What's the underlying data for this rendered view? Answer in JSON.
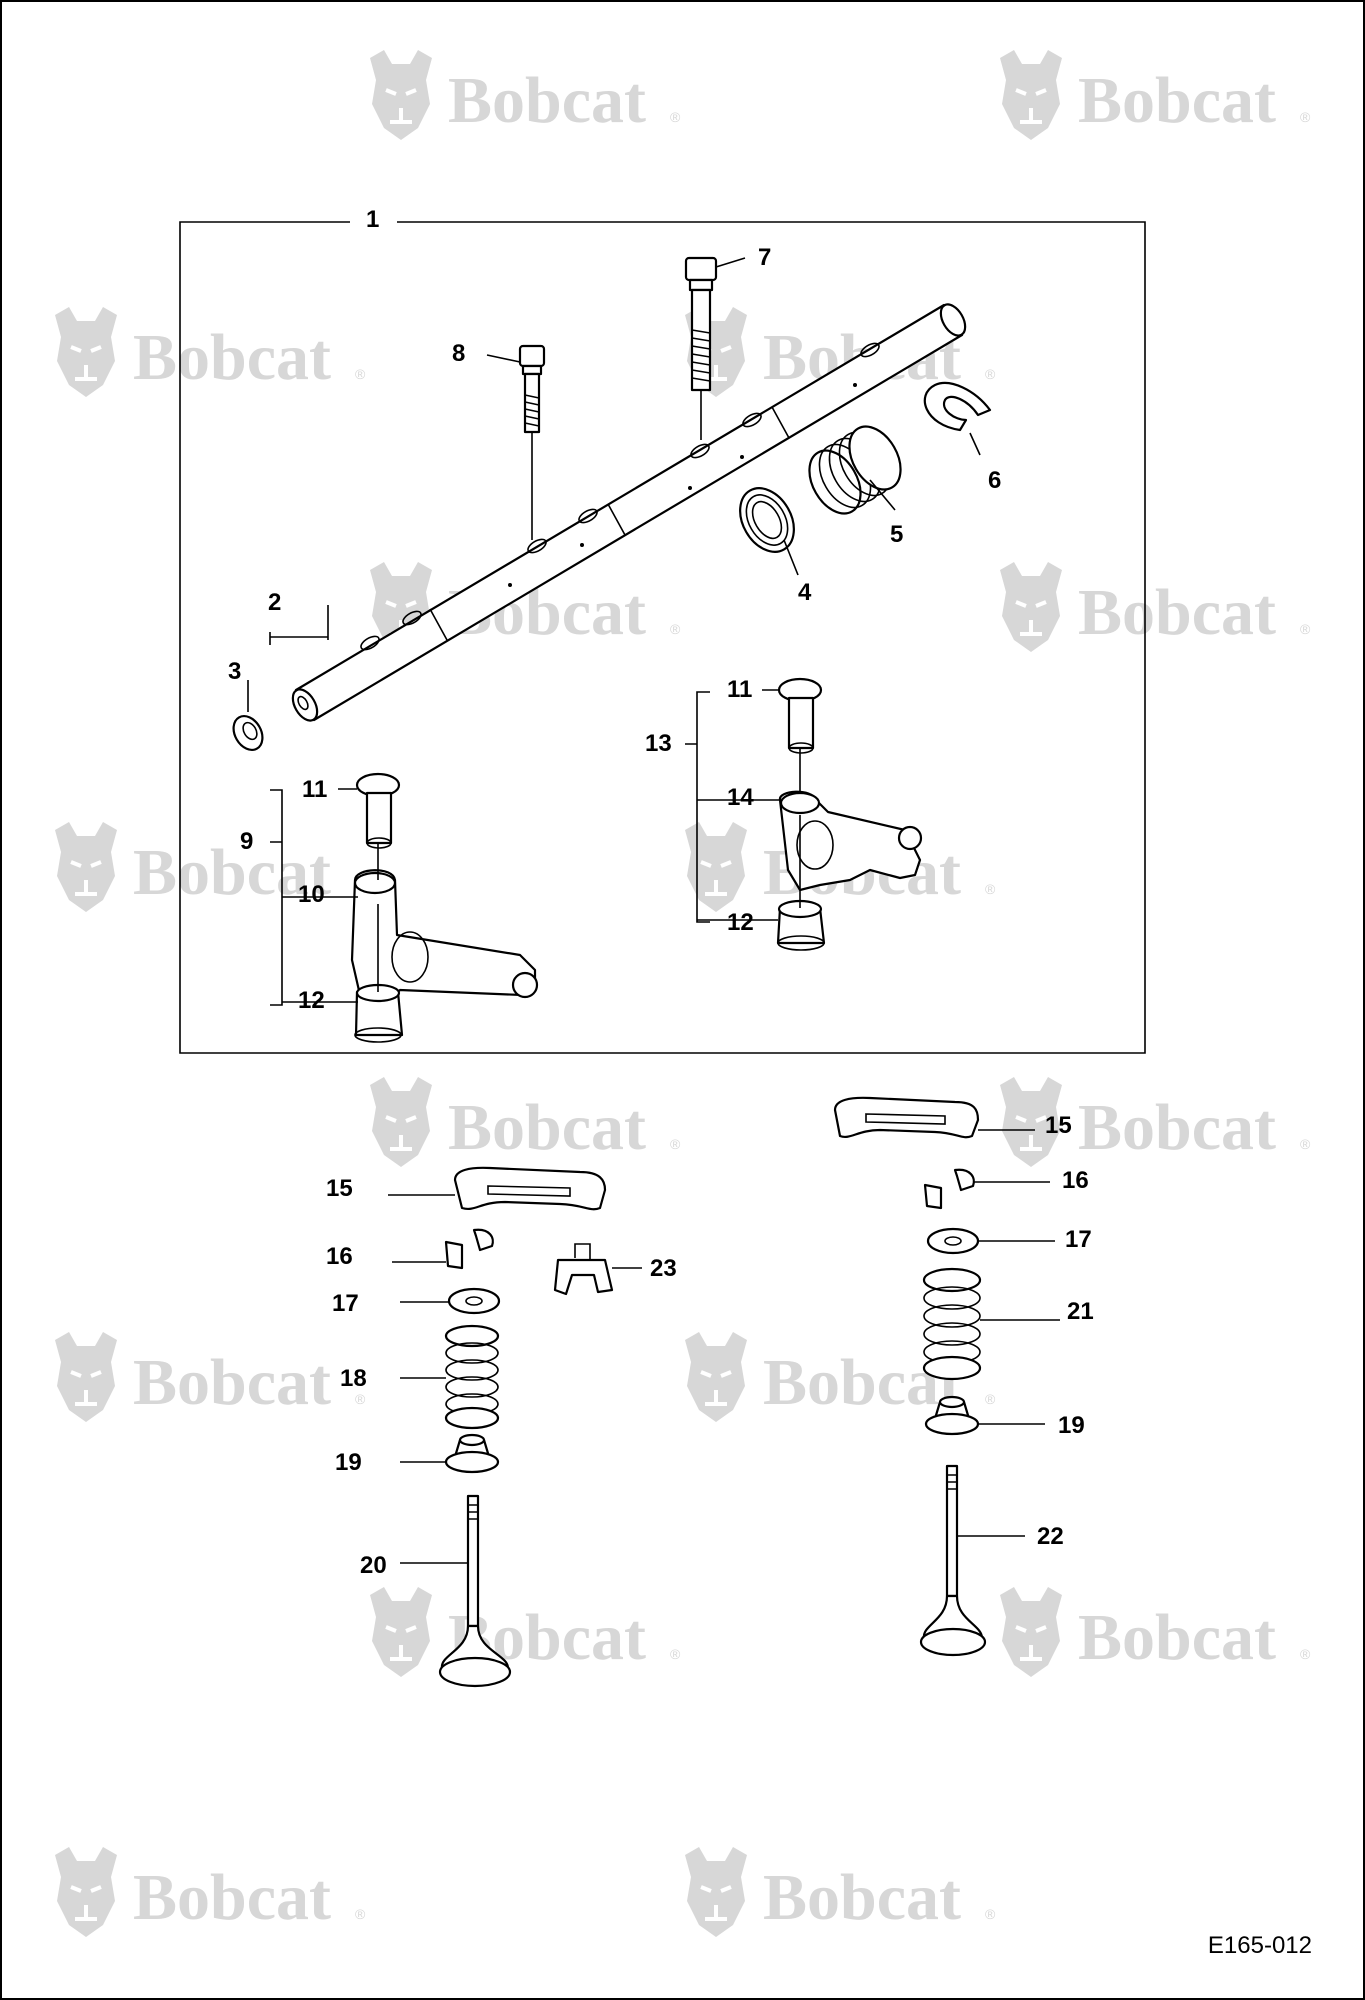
{
  "watermark": {
    "text": "Bobcat",
    "mark": "®"
  },
  "callouts": {
    "c1": "1",
    "c2": "2",
    "c3": "3",
    "c4": "4",
    "c5": "5",
    "c6": "6",
    "c7": "7",
    "c8": "8",
    "c9": "9",
    "c10": "10",
    "c11a": "11",
    "c11b": "11",
    "c12a": "12",
    "c12b": "12",
    "c13": "13",
    "c14": "14",
    "c15a": "15",
    "c15b": "15",
    "c16a": "16",
    "c16b": "16",
    "c17a": "17",
    "c17b": "17",
    "c18": "18",
    "c19a": "19",
    "c19b": "19",
    "c20": "20",
    "c21": "21",
    "c22": "22",
    "c23": "23"
  },
  "figure_id": "E165-012"
}
